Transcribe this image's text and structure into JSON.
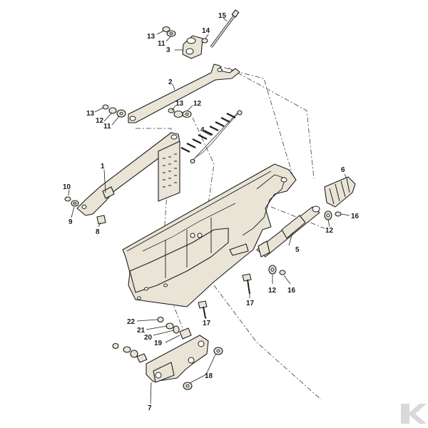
{
  "colors": {
    "part_fill": "#e9e4d5",
    "outline": "#1e1e1e",
    "background": "#ffffff",
    "logo": "#d9d9d9"
  },
  "logo": {
    "glyph": "K",
    "icon": "kramp-k-logo-icon"
  },
  "callouts": {
    "c1": "1",
    "c2": "2",
    "c3": "3",
    "c4": "4",
    "c5": "5",
    "c6": "6",
    "c7": "7",
    "c8": "8",
    "c9": "9",
    "c10": "10",
    "c11a": "11",
    "c11b": "11",
    "c12a": "12",
    "c12b": "12",
    "c12c": "12",
    "c12d": "12",
    "c13a": "13",
    "c13b": "13",
    "c13c": "13",
    "c14": "14",
    "c15": "15",
    "c16a": "16",
    "c16b": "16",
    "c17a": "17",
    "c17b": "17",
    "c18": "18",
    "c19": "19",
    "c20": "20",
    "c21": "21",
    "c22": "22"
  }
}
